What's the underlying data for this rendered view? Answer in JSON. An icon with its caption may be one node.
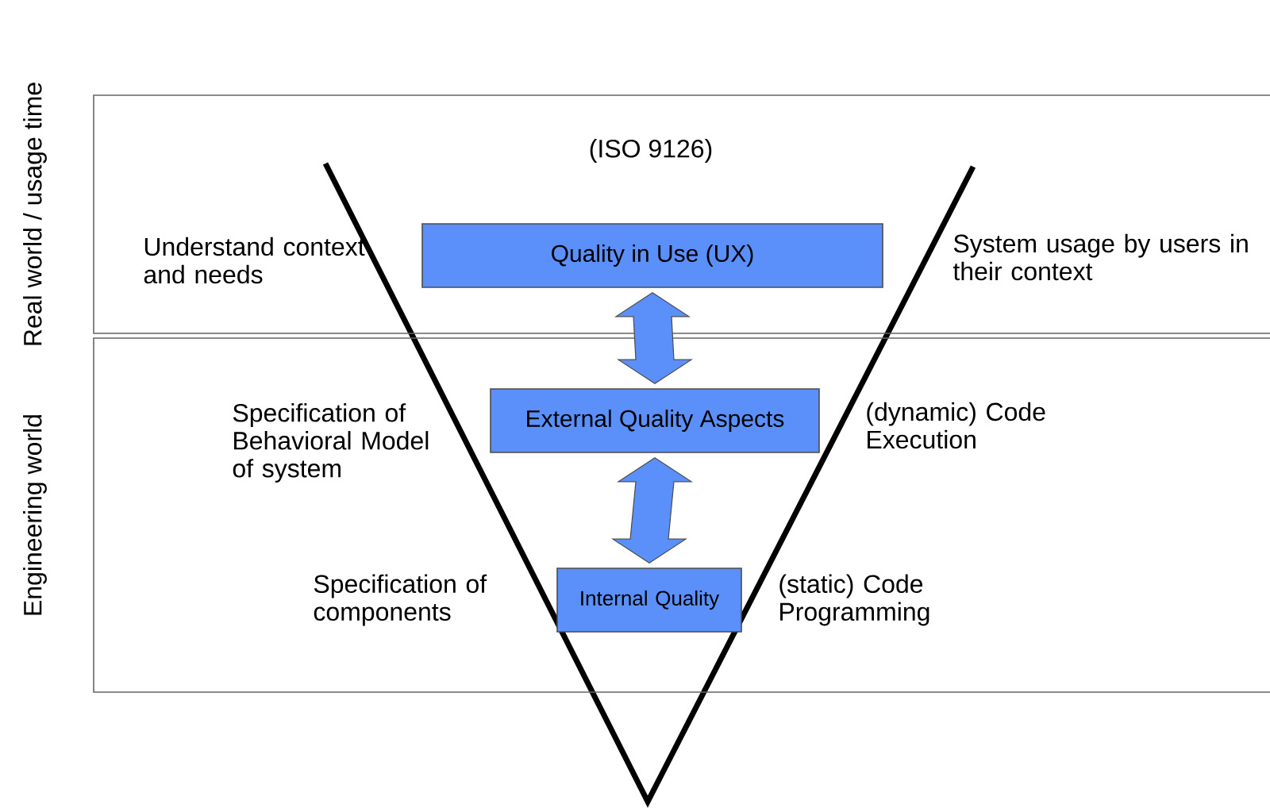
{
  "diagram": {
    "nodes": [
      {
        "text": [
          "Real world / usage time"
        ]
      },
      {
        "text": [
          "Engineering world"
        ]
      },
      {
        "text": [
          "Quality in Use (UX)"
        ],
        "in": 0
      },
      {
        "text": [
          "External Quality Aspects"
        ],
        "in": 1
      },
      {
        "text": [
          "Internal Quality"
        ],
        "in": 1
      }
    ],
    "edges": [
      {
        "from": 2,
        "to": 3,
        "arrow": "both"
      },
      {
        "from": 3,
        "to": 4,
        "arrow": "both"
      }
    ],
    "labels": [
      "(ISO 9126)",
      "Understand context and needs",
      "System usage by users in their context",
      "Specification of Behavioral Model of system",
      "(dynamic) Code Execution",
      "Specification of components",
      "(static) Code Programming"
    ]
  }
}
